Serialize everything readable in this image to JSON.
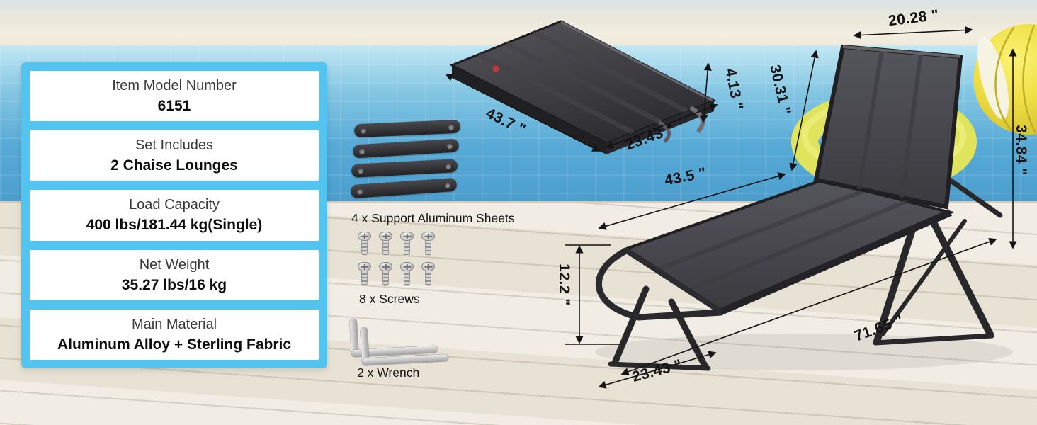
{
  "specs": {
    "items": [
      {
        "label": "Item Model Number",
        "value": "6151"
      },
      {
        "label": "Set Includes",
        "value": "2 Chaise Lounges"
      },
      {
        "label": "Load Capacity",
        "value": "400 lbs/181.44 kg(Single)"
      },
      {
        "label": "Net Weight",
        "value": "35.27 lbs/16 kg"
      },
      {
        "label": "Main Material",
        "value": "Aluminum Alloy + Sterling Fabric"
      }
    ]
  },
  "hardware": {
    "sheets_label": "4 x Support Aluminum Sheets",
    "screws_label": "8 x Screws",
    "wrench_label": "2 x Wrench"
  },
  "dimensions": {
    "folded_length": "43.7 \"",
    "folded_width": "23.43 \"",
    "folded_height": "4.13 \"",
    "back_width": "20.28 \"",
    "back_length": "30.31 \"",
    "overall_height": "34.84 \"",
    "seat_length": "43.5 \"",
    "seat_height": "12.2 \"",
    "overall_length": "71.65 \"",
    "overall_width": "23.43 \""
  },
  "icons": {
    "support_sheet": "rounded-aluminum-bar-with-end-holes",
    "screw": "cross-head-screw",
    "wrench": "l-shaped-hex-key"
  },
  "colors": {
    "panel_blue": "#53c3ef",
    "pool_blue": "#57a9d6",
    "deck": "#ece7db",
    "frame_gray": "#2c2c30",
    "ring_yellow": "#e0e35c",
    "ball_yellow": "#efdf45"
  }
}
